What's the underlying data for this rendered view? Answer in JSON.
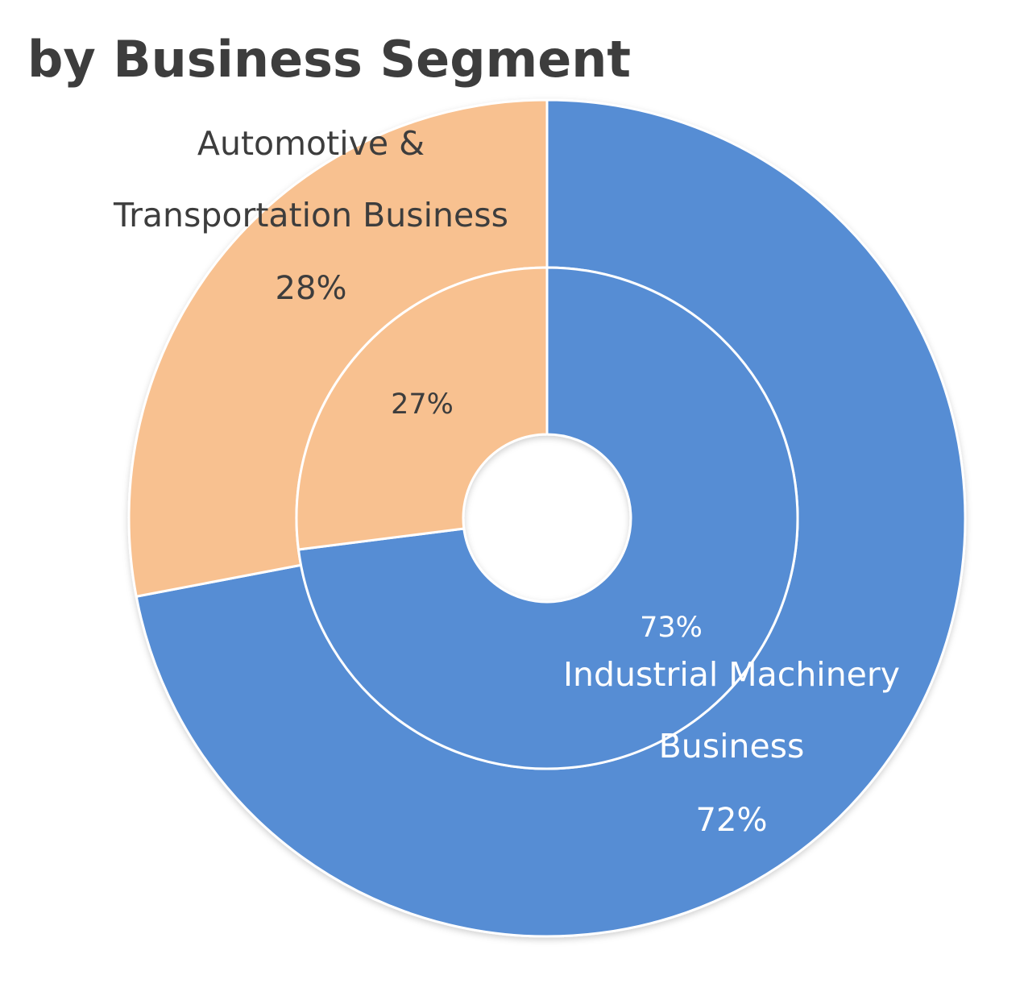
{
  "chart_data": {
    "type": "donut",
    "title": "by Business Segment",
    "categories": [
      "Industrial Machinery Business",
      "Automotive & Transportation Business"
    ],
    "series": [
      {
        "ring": "outer",
        "values": [
          72,
          28
        ],
        "value_labels": [
          "72%",
          "28%"
        ]
      },
      {
        "ring": "inner",
        "values": [
          73,
          27
        ],
        "value_labels": [
          "73%",
          "27%"
        ]
      }
    ],
    "segment_labels": [
      [
        "Industrial Machinery",
        "Business"
      ],
      [
        "Automotive &",
        "Transportation Business"
      ]
    ],
    "colors": [
      "#568dd4",
      "#f8c190"
    ],
    "label_colors": [
      "#ffffff",
      "#3d3d3d"
    ],
    "legend": "none",
    "start": "top, clockwise"
  }
}
